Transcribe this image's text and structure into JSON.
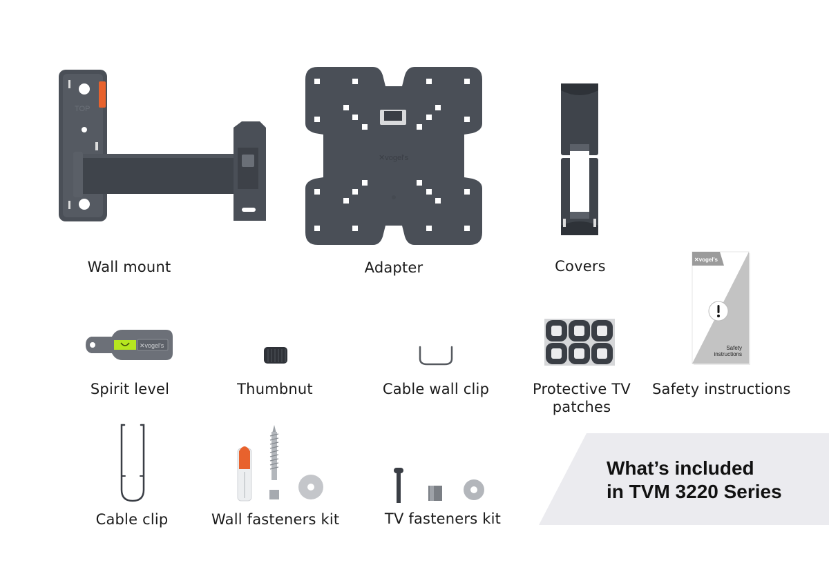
{
  "title": {
    "line1": "What’s included",
    "line2": "in TVM 3220 Series"
  },
  "colors": {
    "part_dark": "#4a4f57",
    "part_shadow": "#3a3e45",
    "accent_orange": "#e8622d",
    "level_green": "#b6e61f",
    "banner_bg": "#ebebef",
    "text": "#1a1a1a"
  },
  "items": [
    {
      "id": "wall-mount",
      "label": "Wall mount",
      "icon": "wall-mount-arm-icon"
    },
    {
      "id": "adapter",
      "label": "Adapter",
      "icon": "vesa-adapter-plate-icon",
      "brand": "vogel's"
    },
    {
      "id": "covers",
      "label": "Covers",
      "icon": "covers-icon"
    },
    {
      "id": "safety-instructions",
      "label": "Safety instructions",
      "icon": "safety-booklet-icon",
      "booklet_text_line1": "Safety",
      "booklet_text_line2": "instructions",
      "brand": "vogel's",
      "symbol": "!"
    },
    {
      "id": "spirit-level",
      "label": "Spirit level",
      "icon": "spirit-level-icon",
      "brand": "vogel's"
    },
    {
      "id": "thumbnut",
      "label": "Thumbnut",
      "icon": "thumbnut-icon"
    },
    {
      "id": "cable-wall-clip",
      "label": "Cable wall clip",
      "icon": "cable-wall-clip-icon"
    },
    {
      "id": "protective-tv-patches",
      "label_line1": "Protective TV",
      "label_line2": "patches",
      "icon": "protective-patches-icon"
    },
    {
      "id": "cable-clip",
      "label": "Cable clip",
      "icon": "cable-clip-icon"
    },
    {
      "id": "wall-fasteners-kit",
      "label": "Wall fasteners kit",
      "icon": "wall-fasteners-icon"
    },
    {
      "id": "tv-fasteners-kit",
      "label": "TV fasteners kit",
      "icon": "tv-fasteners-icon"
    }
  ],
  "wall_mount": {
    "plate_text": "TOP"
  }
}
